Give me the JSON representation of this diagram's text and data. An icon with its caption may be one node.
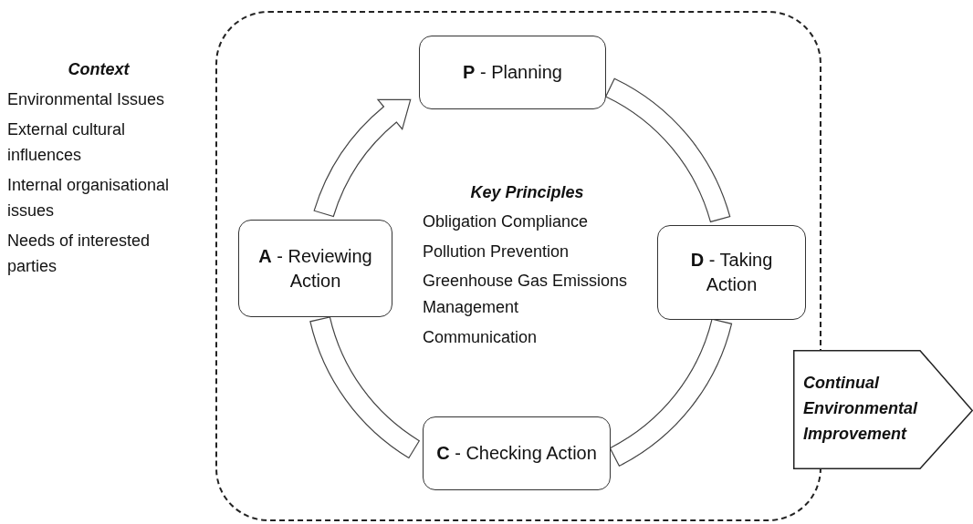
{
  "diagram": {
    "nodes": [
      {
        "text": [],
        "shape": "box"
      },
      {
        "text": [
          "**P** - Planning"
        ],
        "in": 0
      },
      {
        "text": [
          "**D** - Taking Action"
        ],
        "in": 0
      },
      {
        "text": [
          "**C** - Checking Action"
        ],
        "in": 0
      },
      {
        "text": [
          "**A** - Reviewing Action"
        ],
        "in": 0
      },
      {
        "text": [
          "Continual Environmental Improvement"
        ]
      }
    ],
    "edges": [
      {
        "from": 4,
        "to": 1,
        "arrow": "to"
      },
      {
        "from": 1,
        "to": 2,
        "arrow": "none"
      },
      {
        "from": 2,
        "to": 3,
        "arrow": "none"
      },
      {
        "from": 3,
        "to": 4,
        "arrow": "none"
      }
    ],
    "labels": [
      "Context",
      "Environmental Issues",
      "External cultural influences",
      "Internal organisational issues",
      "Needs of interested parties",
      "Key Principles",
      "Obligation Compliance",
      "Pollution Prevention",
      "Greenhouse Gas Emissions Management",
      "Communication"
    ]
  }
}
